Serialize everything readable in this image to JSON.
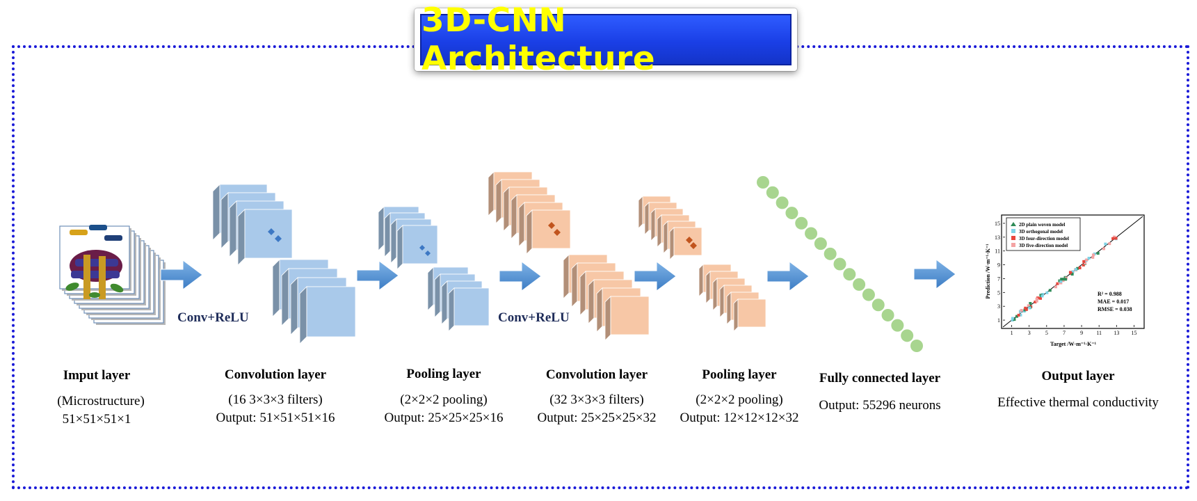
{
  "title": "3D-CNN Architecture",
  "op_labels": {
    "conv1": "Conv+ReLU",
    "conv2": "Conv+ReLU"
  },
  "layers": [
    {
      "title": "Imput layer",
      "line1": "(Microstructure)",
      "line2": "51×51×51×1"
    },
    {
      "title": "Convolution layer",
      "line1": "(16 3×3×3 filters)",
      "line2": "Output: 51×51×51×16"
    },
    {
      "title": "Pooling layer",
      "line1": "(2×2×2 pooling)",
      "line2": "Output: 25×25×25×16"
    },
    {
      "title": "Convolution layer",
      "line1": "(32 3×3×3 filters)",
      "line2": "Output: 25×25×25×32"
    },
    {
      "title": "Pooling layer",
      "line1": "(2×2×2 pooling)",
      "line2": "Output: 12×12×12×32"
    },
    {
      "title": "Fully connected layer",
      "line1": "Output: 55296 neurons"
    },
    {
      "title": "Output layer",
      "line1": "Effective thermal conductivity"
    }
  ],
  "colors": {
    "blue_block": "#a9c9ea",
    "orange_block": "#f7c7a6",
    "neuron": "#a8d58f",
    "arrow": "#5b9bd5",
    "frame": "#1a1ad8",
    "title_text": "#ffff00"
  },
  "inset_plot": {
    "legend": [
      "2D plain woven model",
      "3D orthogonal model",
      "3D four-direction model",
      "3D five-direction model"
    ],
    "stats": [
      "R² = 0.988",
      "MAE = 0.017",
      "RMSE = 0.038"
    ],
    "xlabel": "Target /W·m⁻¹·K⁻¹",
    "ylabel": "Prediction /W·m⁻¹·K⁻¹",
    "ticks": [
      "1",
      "3",
      "5",
      "7",
      "9",
      "11",
      "13",
      "15"
    ]
  }
}
